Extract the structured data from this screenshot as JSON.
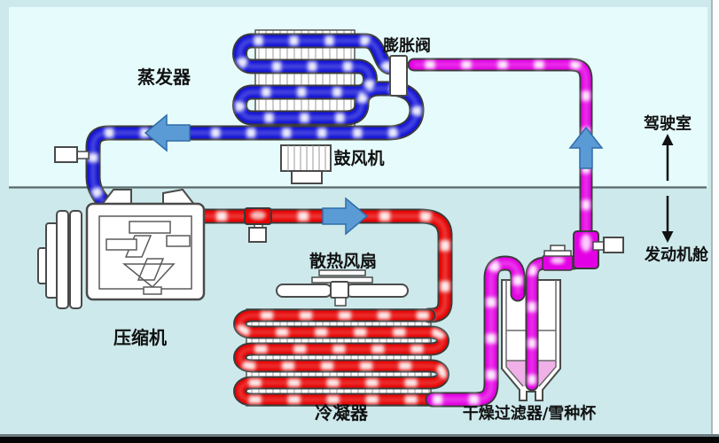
{
  "labels": {
    "evaporator": "蒸发器",
    "expansion_valve": "膨胀阀",
    "blower": "鼓风机",
    "cabin": "驾驶室",
    "engine_bay": "发动机舱",
    "compressor": "压缩机",
    "cooling_fan": "散热风扇",
    "condenser": "冷凝器",
    "drier": "干燥过滤器/雪种杯"
  },
  "colors": {
    "low_pressure_pipe": "#1212d6",
    "high_pressure_gas_pipe": "#e60000",
    "high_pressure_liquid_pipe": "#e400e4",
    "flow_arrow": "#5b9bd5",
    "cabin_background": "#e6fbfc",
    "engine_background": "#cde9eb",
    "receiver_liquid": "#f0b0e8"
  }
}
